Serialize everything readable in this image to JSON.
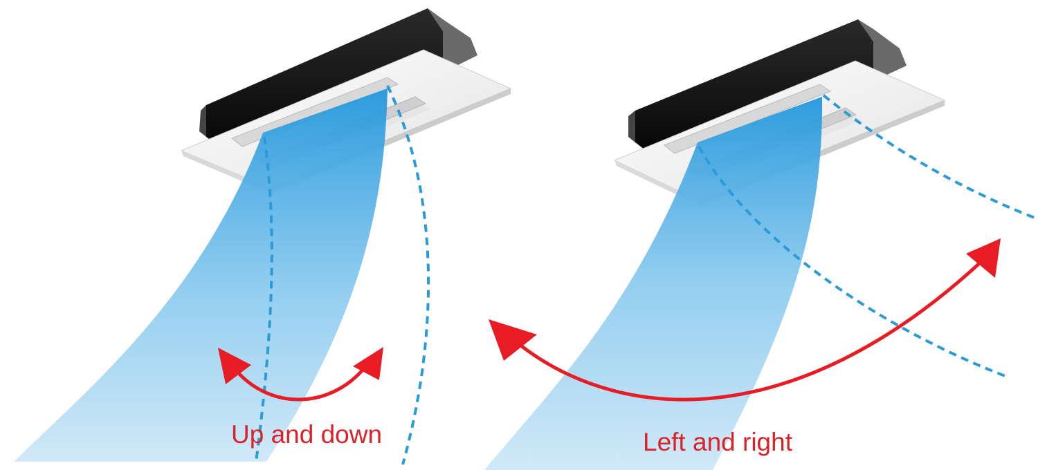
{
  "panels": [
    {
      "id": "vertical-swing",
      "caption": "Up and down"
    },
    {
      "id": "horizontal-swing",
      "caption": "Left and right"
    }
  ],
  "colors": {
    "airflow_dark": "#2196d8",
    "airflow_light": "#c4e3f6",
    "dashed_outline": "#2a9bd6",
    "arrow_red": "#e81c24",
    "caption_red": "#d8232a",
    "unit_body": "#111111",
    "unit_panel": "#f2f2f2"
  },
  "icons": [
    "ceiling-cassette-unit",
    "airflow-beam",
    "swing-arrow-double-headed"
  ]
}
